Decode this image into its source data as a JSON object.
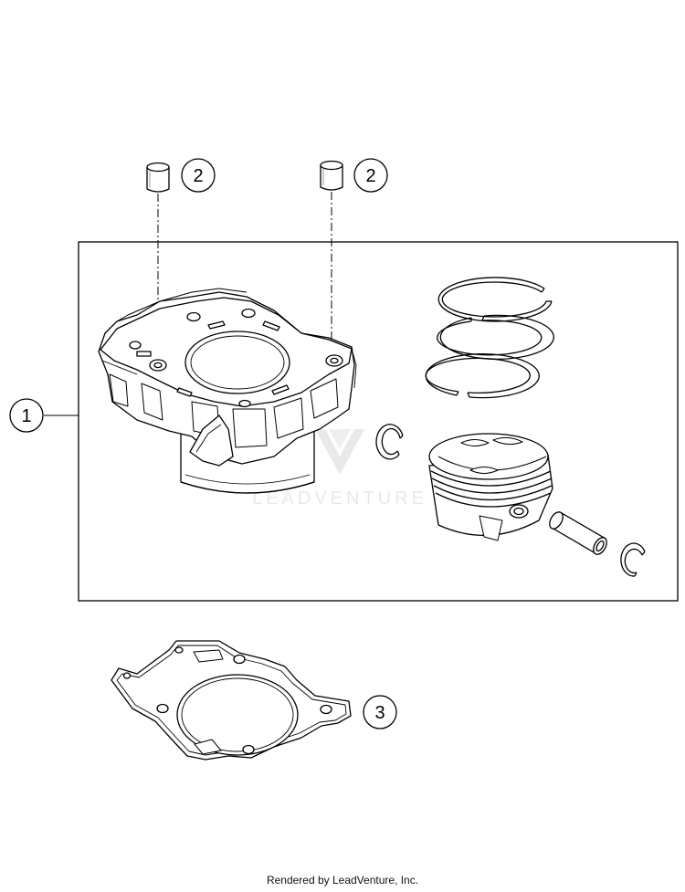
{
  "callouts": {
    "cylinder_assembly": "1",
    "dowel_left": "2",
    "dowel_right": "2",
    "gasket": "3"
  },
  "watermark": "LEADVENTURE",
  "footer": "Rendered by LeadVenture, Inc."
}
